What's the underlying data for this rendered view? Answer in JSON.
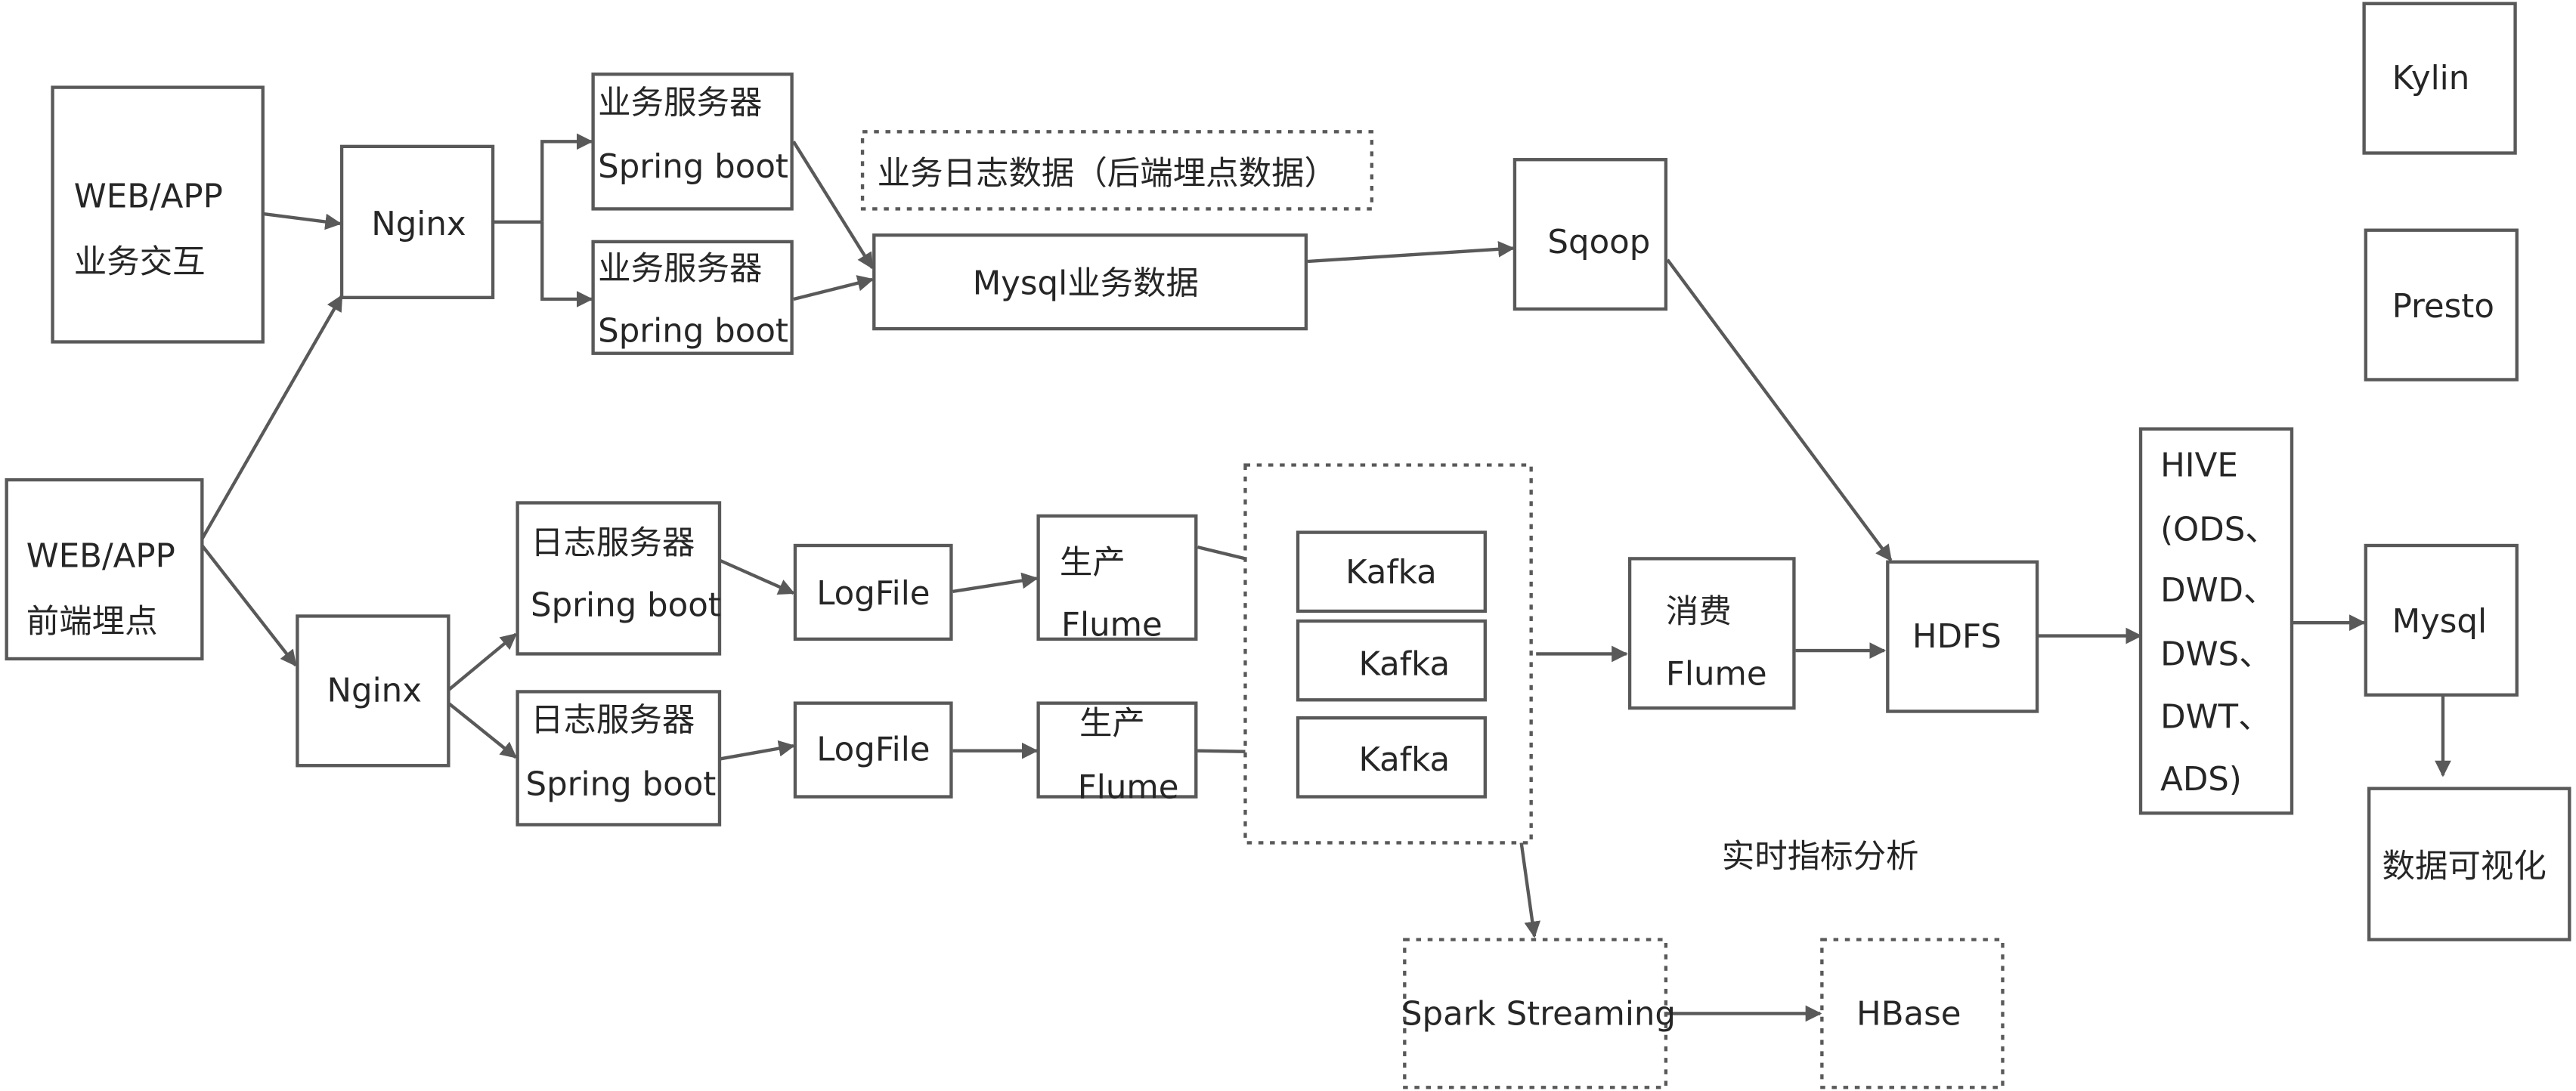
{
  "title": "数据仓库架构图",
  "nodes": {
    "web_app_biz": [
      "WEB/APP",
      "业务交互"
    ],
    "nginx_top": "Nginx",
    "biz_server_1": [
      "业务服务器",
      "Spring boot"
    ],
    "biz_server_2": [
      "业务服务器",
      "Spring boot"
    ],
    "biz_log_note": "业务日志数据（后端埋点数据）",
    "mysql_biz": "Mysql业务数据",
    "sqoop": "Sqoop",
    "kylin": "Kylin",
    "presto": "Presto",
    "web_app_front": [
      "WEB/APP",
      "前端埋点"
    ],
    "nginx_bottom": "Nginx",
    "log_server_1": [
      "日志服务器",
      "Spring boot"
    ],
    "log_server_2": [
      "日志服务器",
      "Spring boot"
    ],
    "logfile_1": "LogFile",
    "logfile_2": "LogFile",
    "flume_prod_1": [
      "生产",
      "Flume"
    ],
    "flume_prod_2": [
      "生产",
      "Flume"
    ],
    "kafka_1": "Kafka",
    "kafka_2": "Kafka",
    "kafka_3": "Kafka",
    "flume_consume": [
      "消费",
      "Flume"
    ],
    "hdfs": "HDFS",
    "hive": [
      "HIVE",
      "(ODS、",
      "DWD、",
      "DWS、",
      "DWT、",
      "ADS)"
    ],
    "mysql_result": "Mysql",
    "visualization": "数据可视化",
    "realtime_label": "实时指标分析",
    "spark_streaming": "Spark Streaming",
    "hbase": "HBase"
  },
  "colors": {
    "stroke": "#595959",
    "text": "#262626",
    "background": "#ffffff"
  }
}
